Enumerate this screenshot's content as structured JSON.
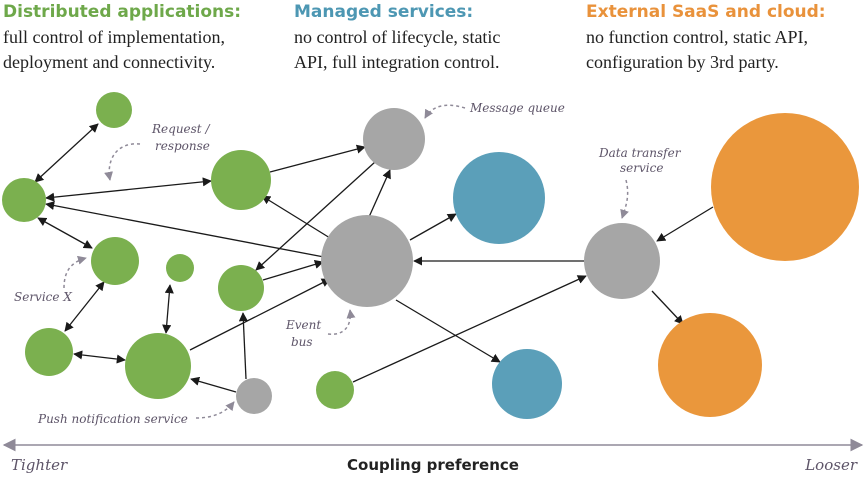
{
  "headers": {
    "distributed": {
      "title": "Distributed applications:",
      "line1": "full control of implementation,",
      "line2": "deployment and connectivity."
    },
    "managed": {
      "title": "Managed services:",
      "line1": "no control of lifecycle, static",
      "line2": "API, full integration control."
    },
    "external": {
      "title": "External SaaS and cloud:",
      "line1": "no function control, static API,",
      "line2": "configuration by 3rd party."
    }
  },
  "labels": {
    "request_response_1": "Request /",
    "request_response_2": "response",
    "message_queue": "Message queue",
    "data_transfer_1": "Data transfer",
    "data_transfer_2": "service",
    "service_x": "Service X",
    "event_bus_1": "Event",
    "event_bus_2": "bus",
    "push_notification": "Push  notification service"
  },
  "axis": {
    "left": "Tighter",
    "center": "Coupling preference",
    "right": "Looser"
  },
  "colors": {
    "green": "#7bb04f",
    "gray": "#a6a6a6",
    "blue": "#5b9fb9",
    "orange": "#ea973c",
    "annotation": "#8f8a98"
  }
}
